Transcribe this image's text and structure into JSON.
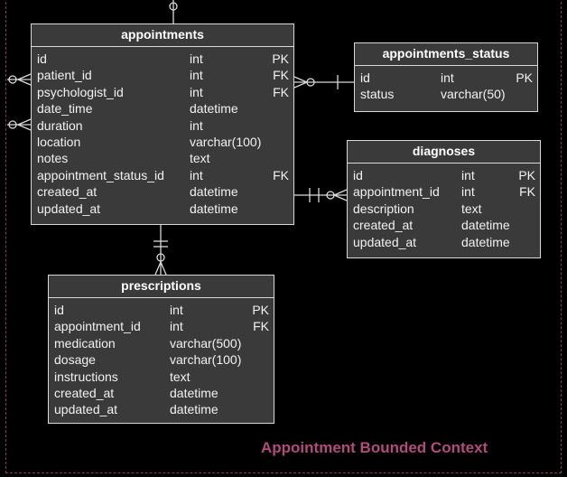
{
  "context_label": "Appointment Bounded Context",
  "entities": {
    "appointments": {
      "name": "appointments",
      "columns": [
        {
          "name": "id",
          "type": "int",
          "key": "PK"
        },
        {
          "name": "patient_id",
          "type": "int",
          "key": "FK"
        },
        {
          "name": "psychologist_id",
          "type": "int",
          "key": "FK"
        },
        {
          "name": "date_time",
          "type": "datetime",
          "key": ""
        },
        {
          "name": "duration",
          "type": "int",
          "key": ""
        },
        {
          "name": "location",
          "type": "varchar(100)",
          "key": ""
        },
        {
          "name": "notes",
          "type": "text",
          "key": ""
        },
        {
          "name": "appointment_status_id",
          "type": "int",
          "key": "FK"
        },
        {
          "name": "created_at",
          "type": "datetime",
          "key": ""
        },
        {
          "name": "updated_at",
          "type": "datetime",
          "key": ""
        }
      ]
    },
    "appointments_status": {
      "name": "appointments_status",
      "columns": [
        {
          "name": "id",
          "type": "int",
          "key": "PK"
        },
        {
          "name": "status",
          "type": "varchar(50)",
          "key": ""
        }
      ]
    },
    "diagnoses": {
      "name": "diagnoses",
      "columns": [
        {
          "name": "id",
          "type": "int",
          "key": "PK"
        },
        {
          "name": "appointment_id",
          "type": "int",
          "key": "FK"
        },
        {
          "name": "description",
          "type": "text",
          "key": ""
        },
        {
          "name": "created_at",
          "type": "datetime",
          "key": ""
        },
        {
          "name": "updated_at",
          "type": "datetime",
          "key": ""
        }
      ]
    },
    "prescriptions": {
      "name": "prescriptions",
      "columns": [
        {
          "name": "id",
          "type": "int",
          "key": "PK"
        },
        {
          "name": "appointment_id",
          "type": "int",
          "key": "FK"
        },
        {
          "name": "medication",
          "type": "varchar(500)",
          "key": ""
        },
        {
          "name": "dosage",
          "type": "varchar(100)",
          "key": ""
        },
        {
          "name": "instructions",
          "type": "text",
          "key": ""
        },
        {
          "name": "created_at",
          "type": "datetime",
          "key": ""
        },
        {
          "name": "updated_at",
          "type": "datetime",
          "key": ""
        }
      ]
    }
  }
}
